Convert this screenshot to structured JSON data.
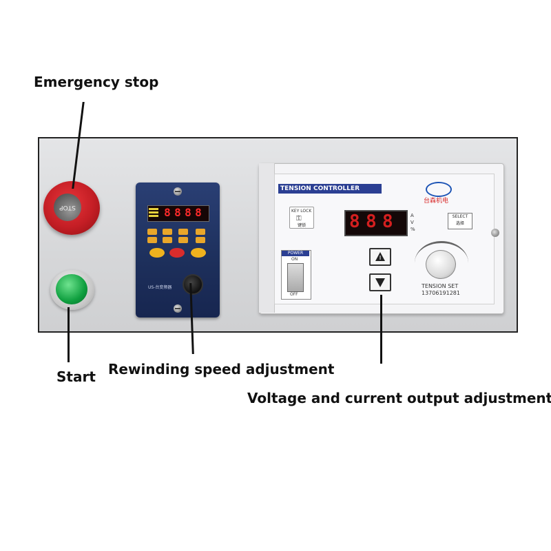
{
  "labels": {
    "emergency_stop": "Emergency stop",
    "start": "Start",
    "rewinding": "Rewinding speed adjustment",
    "voltage": "Voltage and current output adjustment"
  },
  "estop": {
    "cap_text": "STOP"
  },
  "inverter": {
    "display": [
      "8",
      "8",
      "8",
      "8"
    ],
    "model_text": "US-台变频器"
  },
  "controller": {
    "title": "TENSION CONTROLLER",
    "brand": "台森机电",
    "display": [
      "8",
      "8",
      "8"
    ],
    "modes": [
      "A",
      "V",
      "%"
    ],
    "select_label": "SELECT",
    "select_sub": "选择",
    "key_lock": "KEY LOCK",
    "key_lock_sub": "键锁",
    "power_label": "POWER",
    "on_label": "ON",
    "off_label": "OFF",
    "tension_set": "TENSION SET",
    "phone": "13706191281"
  },
  "colors": {
    "estop_red": "#c41e25",
    "start_green": "#0f9f3f",
    "inverter_blue": "#1d2f5b",
    "controller_blue": "#2b3f93"
  },
  "icons": [
    "up-arrow-icon",
    "down-arrow-icon",
    "key-icon"
  ]
}
